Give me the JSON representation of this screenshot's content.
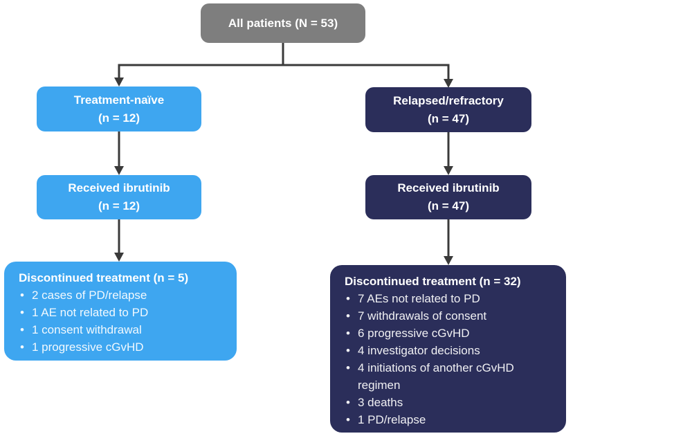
{
  "colors": {
    "background": "#ffffff",
    "gray": "#7e7e7e",
    "blue": "#3ea6f0",
    "navy": "#2b2e5a",
    "line": "#3a3a3a"
  },
  "root": {
    "label": "All patients (N = 53)"
  },
  "branches": [
    {
      "name": "treatment-naive",
      "color": "#3ea6f0",
      "nodes": [
        {
          "title": "Treatment-naïve",
          "subtitle": "(n = 12)"
        },
        {
          "title": "Received ibrutinib",
          "subtitle": "(n = 12)"
        },
        {
          "title": "Discontinued treatment (n = 5)",
          "bullets": [
            "2 cases of PD/relapse",
            "1 AE not related to PD",
            "1 consent withdrawal",
            "1 progressive cGvHD"
          ]
        }
      ]
    },
    {
      "name": "relapsed-refractory",
      "color": "#2b2e5a",
      "nodes": [
        {
          "title": "Relapsed/refractory",
          "subtitle": "(n = 47)"
        },
        {
          "title": "Received ibrutinib",
          "subtitle": "(n = 47)"
        },
        {
          "title": "Discontinued treatment (n = 32)",
          "bullets": [
            "7 AEs not related to PD",
            "7 withdrawals of consent",
            "6 progressive cGvHD",
            "4 investigator decisions",
            "4 initiations of another cGvHD regimen",
            "3 deaths",
            "1 PD/relapse"
          ]
        }
      ]
    }
  ]
}
